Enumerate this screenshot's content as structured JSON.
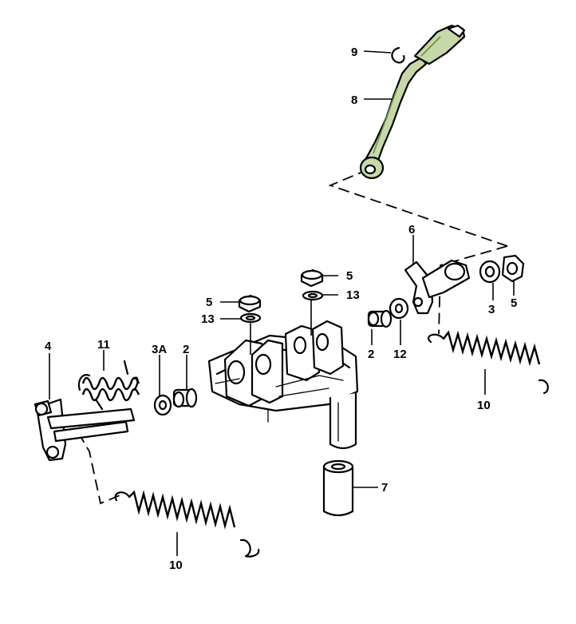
{
  "labels": {
    "p9": "9",
    "p8": "8",
    "p6": "6",
    "p5a": "5",
    "p13a": "13",
    "p5b": "5",
    "p13b": "13",
    "p3": "3",
    "p5c": "5",
    "p4": "4",
    "p11": "11",
    "p3a": "3A",
    "p2a": "2",
    "p2b": "2",
    "p12": "12",
    "p10a": "10",
    "p7": "7",
    "p10b": "10"
  },
  "colors": {
    "linework": "#000000",
    "highlight_part_fill": "#c6d8a8"
  },
  "icons": [
    "shift-rod-icon",
    "spring-icon",
    "lever-icon",
    "bracket-icon",
    "nut-icon",
    "washer-icon",
    "bushing-icon",
    "sleeve-icon",
    "circlip-icon"
  ]
}
